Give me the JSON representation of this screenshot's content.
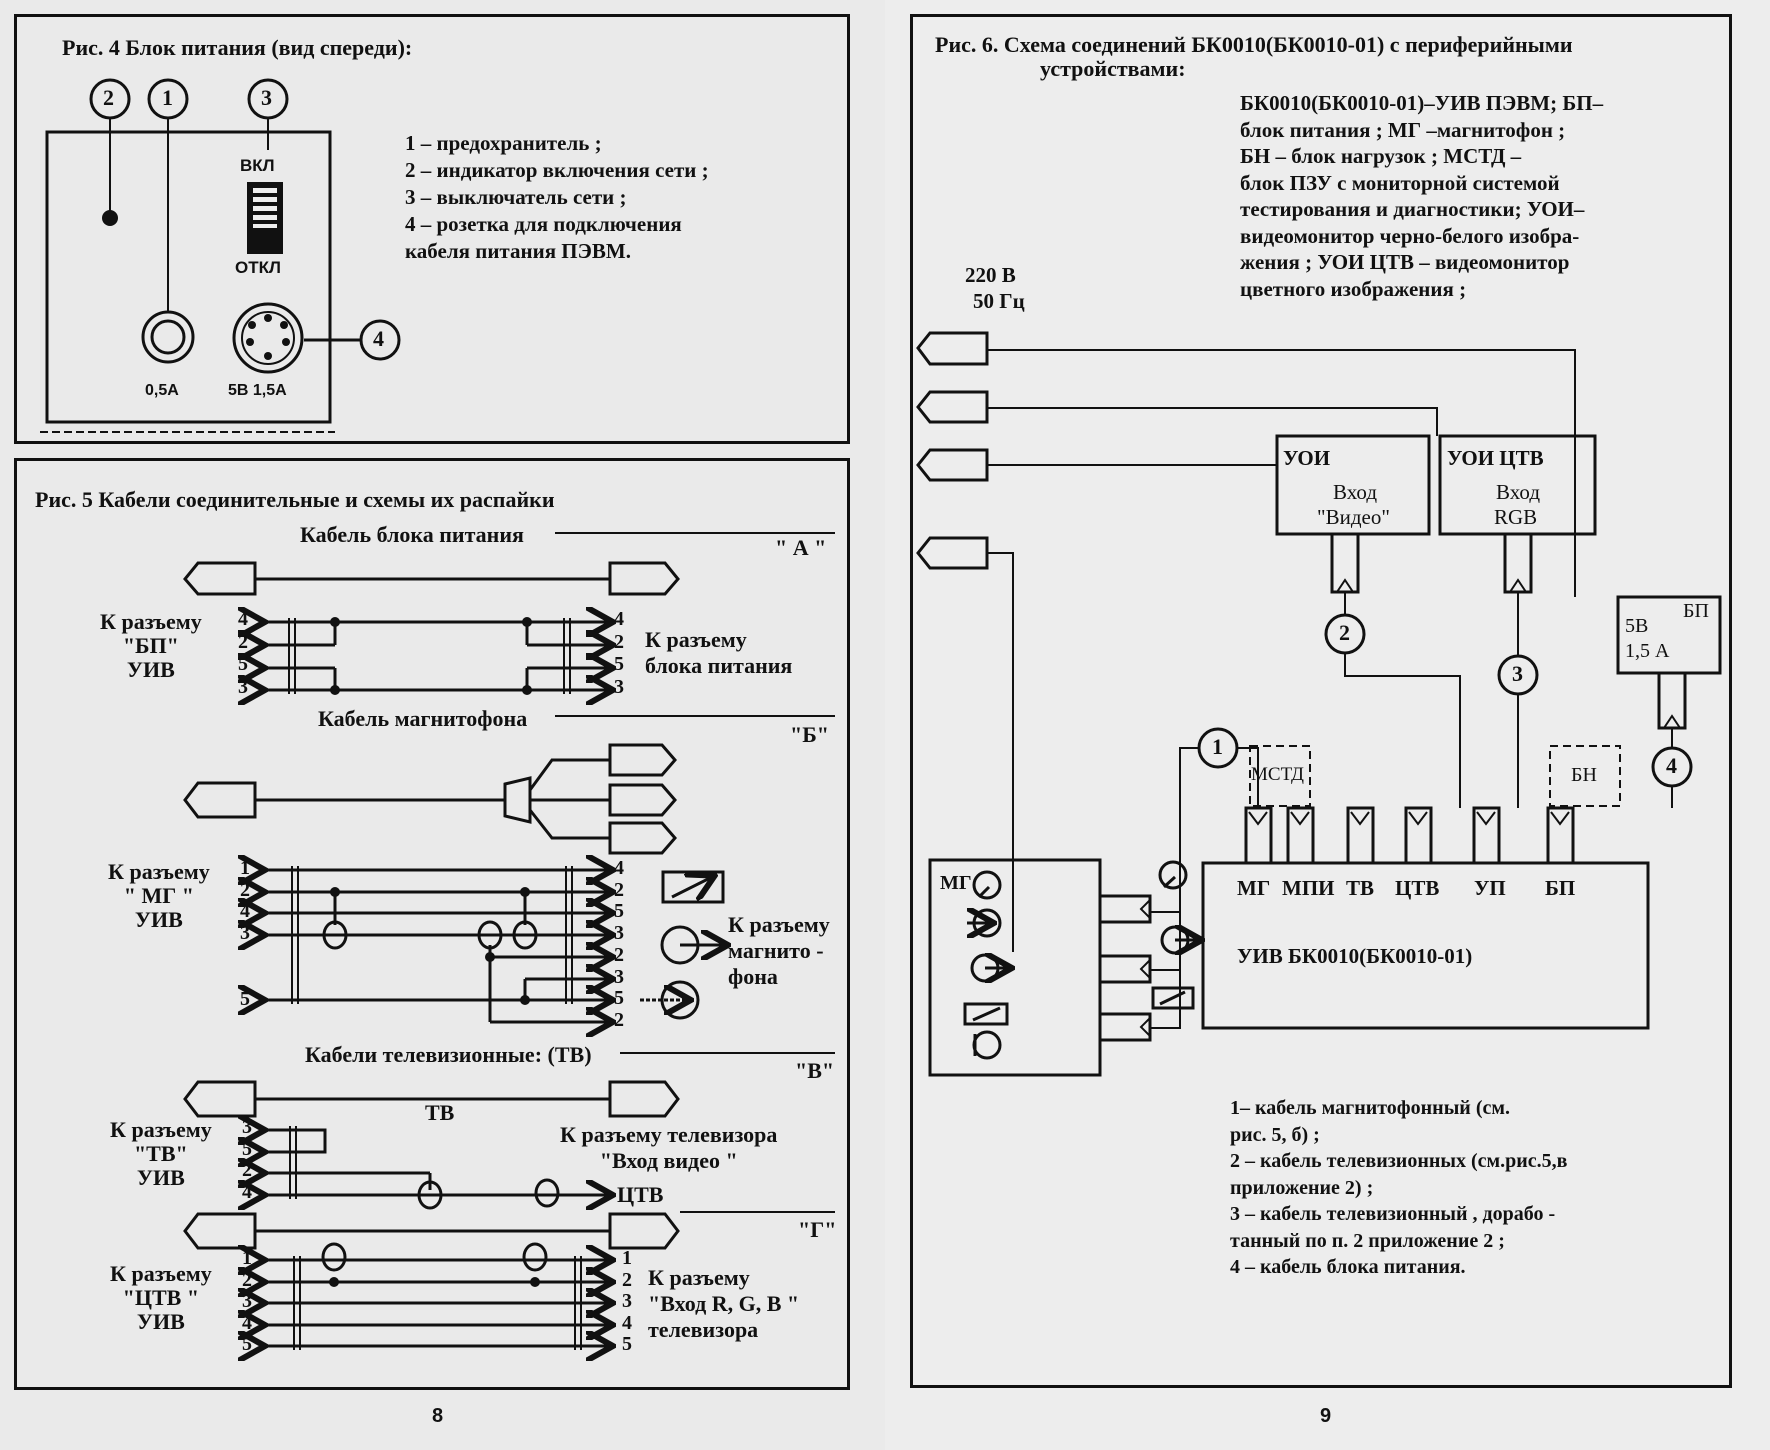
{
  "page_left": {
    "page_number": "8",
    "fig4": {
      "caption": "Рис. 4    Блок питания (вид спереди):",
      "callouts": [
        "2",
        "1",
        "3",
        "4"
      ],
      "switch_on": "ВКЛ",
      "switch_off": "ОТКЛ",
      "fuse_label": "0,5А",
      "socket_label": "5В 1,5А",
      "legend": [
        "1 – предохранитель ;",
        "2 – индикатор включения сети ;",
        "3 – выключатель сети ;",
        "4 – розетка для подключения",
        "кабеля питания ПЭВМ."
      ]
    },
    "fig5": {
      "caption": "Рис. 5    Кабели соединительные и схемы  их распайки",
      "cable_a": {
        "title": "Кабель блока питания",
        "tag": "\" А \"",
        "left_label": [
          "К разъему",
          "\"БП\"",
          "УИВ"
        ],
        "left_pins": [
          "4",
          "2",
          "5",
          "3"
        ],
        "right_pins": [
          "4",
          "2",
          "5",
          "3"
        ],
        "right_label": [
          "К разъему",
          "блока питания"
        ]
      },
      "cable_b": {
        "title": "Кабель магнитофона",
        "tag": "\"Б\"",
        "left_label": [
          "К разъему",
          "\" МГ \"",
          "УИВ"
        ],
        "left_pins": [
          "1",
          "2",
          "4",
          "3",
          "5"
        ],
        "right_pins": [
          "4",
          "2",
          "5",
          "3",
          "2",
          "3",
          "5",
          "2"
        ],
        "right_label": [
          "К разъему",
          "магнито -",
          "фона"
        ]
      },
      "cable_v": {
        "title": "Кабели телевизионные: (ТВ)",
        "tag": "\"В\"",
        "sub_label": "ТВ",
        "left_label": [
          "К разъему",
          "\"ТВ\"",
          "УИВ"
        ],
        "left_pins": [
          "3",
          "5",
          "2",
          "4"
        ],
        "right_label": [
          "К разъему  телевизора",
          "\"Вход видео \""
        ],
        "right_end": "ЦТВ"
      },
      "cable_g": {
        "tag": "\"Г\"",
        "left_label": [
          "К разъему",
          "\"ЦТВ \"",
          "УИВ"
        ],
        "left_pins": [
          "1",
          "2",
          "3",
          "4",
          "5"
        ],
        "right_pins": [
          "1",
          "2",
          "3",
          "4",
          "5"
        ],
        "right_label": [
          "К разъему",
          "\"Вход R, G, B \"",
          "телевизора"
        ]
      }
    }
  },
  "page_right": {
    "page_number": "9",
    "fig6": {
      "caption_line1": "Рис. 6.   Схема соединений БК0010(БК0010-01) с периферийными",
      "caption_line2": "устройствами:",
      "abbrev": [
        "БК0010(БК0010-01)–УИВ ПЭВМ; БП–",
        "блок питания ;  МГ –магнитофон ;",
        "БН – блок нагрузок ; МСТД  –",
        "блок ПЗУ с мониторной  системой",
        "тестирования и  диагностики; УОИ–",
        "видеомонитор черно-белого изобра-",
        "жения ;  УОИ ЦТВ –  видеомонитор",
        "цветного изображения ;"
      ],
      "mains": [
        "220 В",
        "50 Гц"
      ],
      "uoi": {
        "title": "УОИ",
        "l1": "Вход",
        "l2": "\"Видео\""
      },
      "uoi_ctv": {
        "title": "УОИ  ЦТВ",
        "l1": "Вход",
        "l2": "RGB"
      },
      "psu": {
        "title": "БП",
        "l1": "5В",
        "l2": "1,5 А"
      },
      "mstd": "МСТД",
      "bn": "БН",
      "mg_block": "МГ",
      "uiv_ports": [
        "МГ",
        "МПИ",
        "ТВ",
        "ЦТВ",
        "УП",
        "БП"
      ],
      "uiv_title": "УИВ   БК0010(БК0010-01)",
      "callouts": [
        "1",
        "2",
        "3",
        "4"
      ],
      "legend": [
        "1–  кабель  магнитофонный (см.",
        "рис. 5, б) ;",
        "2 – кабель телевизионных (см.рис.5,в",
        "приложение  2) ;",
        "3 – кабель телевизионный , дорабо -",
        "танный по п. 2 приложение 2 ;",
        "4 – кабель блока питания."
      ]
    }
  }
}
